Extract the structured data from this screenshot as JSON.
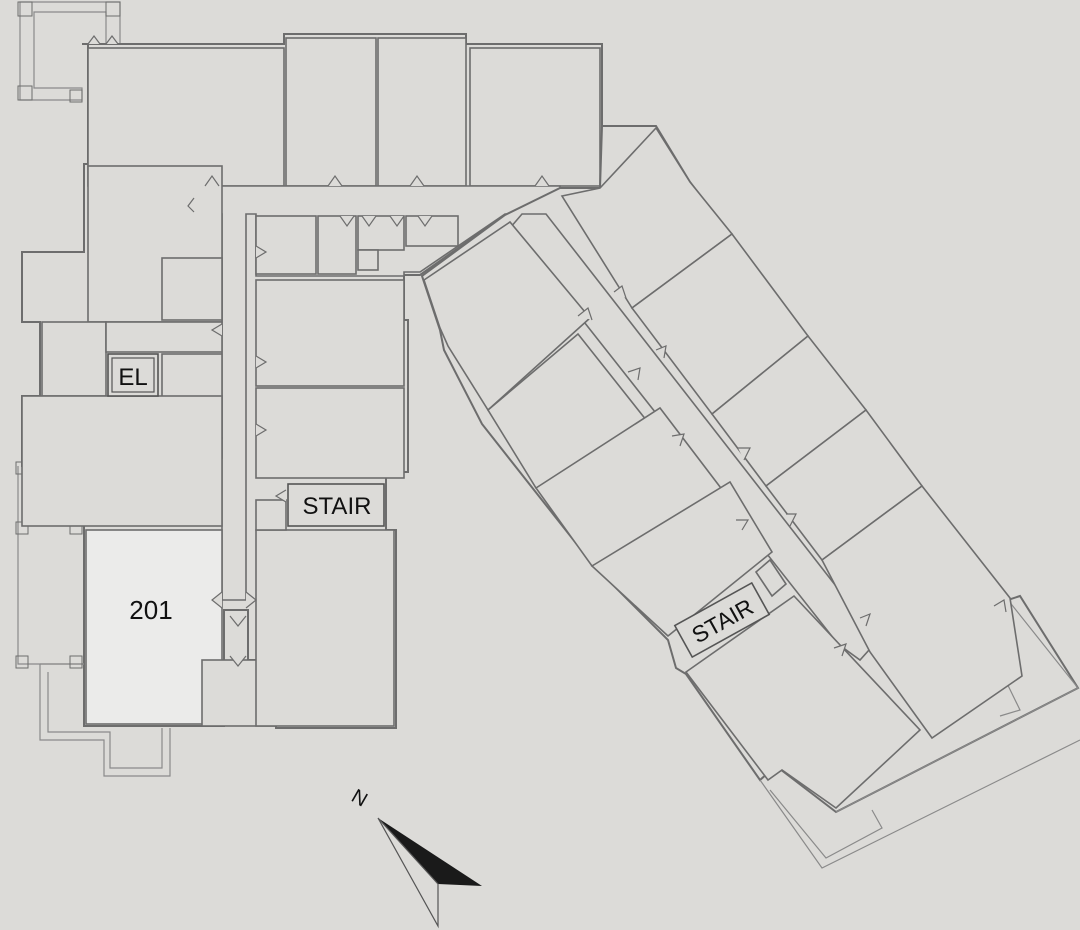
{
  "rooms": {
    "highlighted_number": "201",
    "elevator_label": "EL",
    "stair_label_a": "STAIR",
    "stair_label_b": "STAIR"
  },
  "compass": {
    "north_label": "N"
  },
  "colors": {
    "background": "#dcdbd8",
    "wall": "#6d6d6d",
    "highlight_room": "#ebebea",
    "arrow": "#1a1a1a"
  }
}
